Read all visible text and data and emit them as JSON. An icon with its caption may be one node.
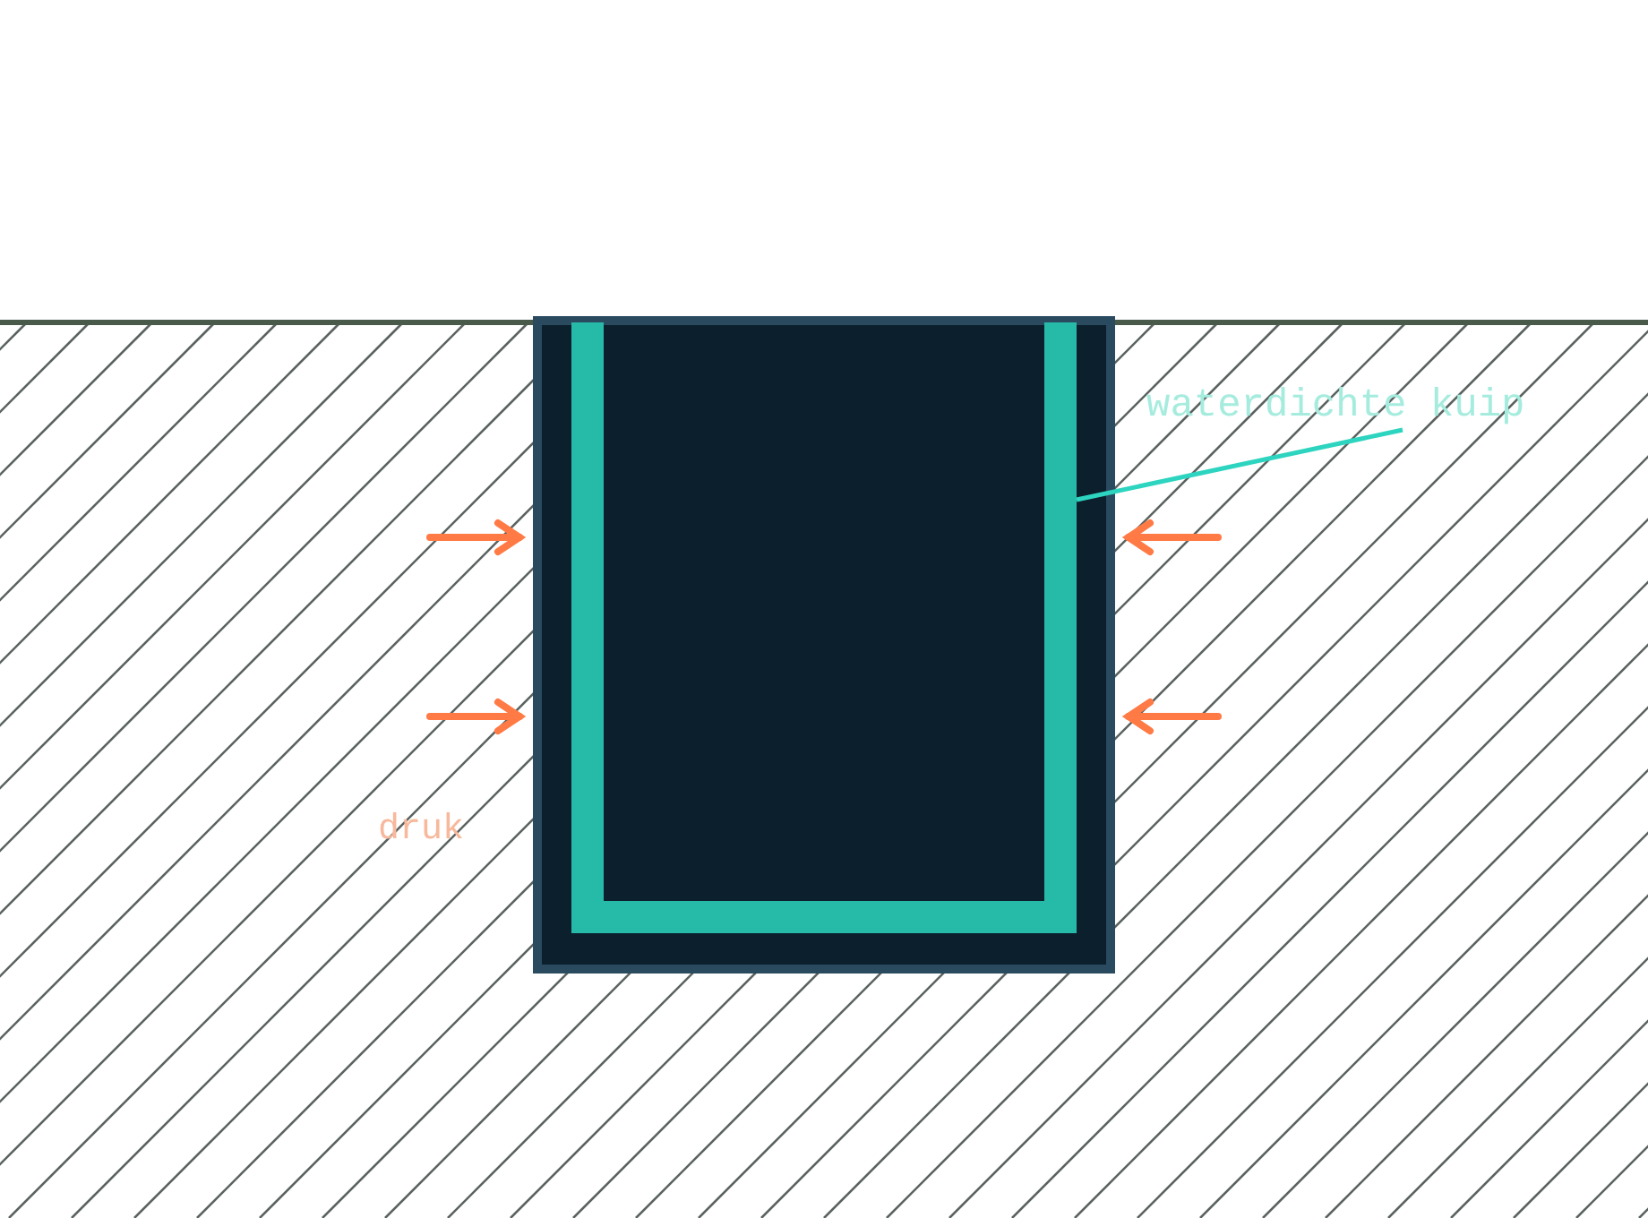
{
  "diagram": {
    "nodes": [
      {
        "text": [
          "waterdichte kuip"
        ]
      },
      {
        "text": [],
        "shape": "box"
      }
    ],
    "edges": [
      {
        "from": 0,
        "to": 1,
        "arrow": "none"
      }
    ],
    "labels": [
      "druk"
    ]
  }
}
